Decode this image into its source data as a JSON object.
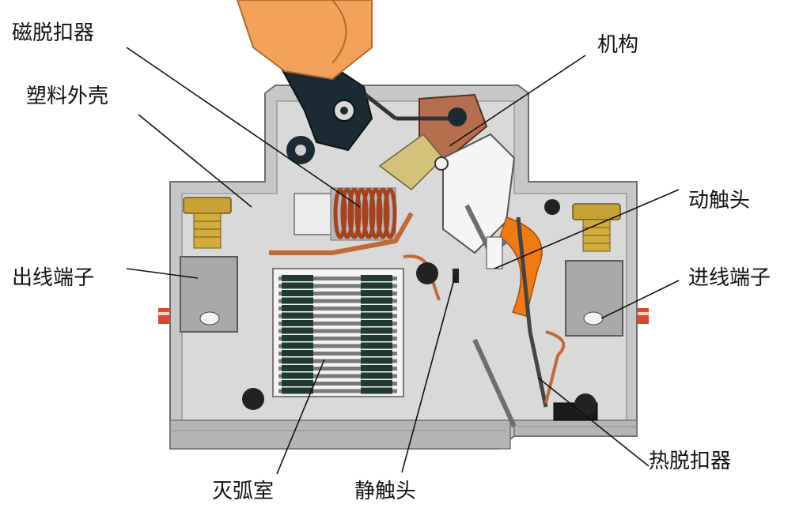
{
  "labels": {
    "magnetic_trip": "磁脱扣器",
    "plastic_housing": "塑料外壳",
    "mechanism": "机构",
    "moving_contact": "动触头",
    "outlet_terminal": "出线端子",
    "inlet_terminal": "进线端子",
    "thermal_trip": "热脱扣器",
    "arc_chamber": "灭弧室",
    "static_contact": "静触头"
  },
  "colors": {
    "housing_light": "#c9c9c9",
    "housing_mid": "#a8a8a8",
    "housing_dark": "#6e6e6e",
    "interior": "#dadada",
    "copper": "#c06a38",
    "coil": "#a5421f",
    "orange_arc": "#f07b12",
    "finger": "#f2a25a",
    "brass": "#c9a235",
    "knob": "#1b2b33",
    "wire_red": "#d9482b",
    "black": "#111111"
  }
}
